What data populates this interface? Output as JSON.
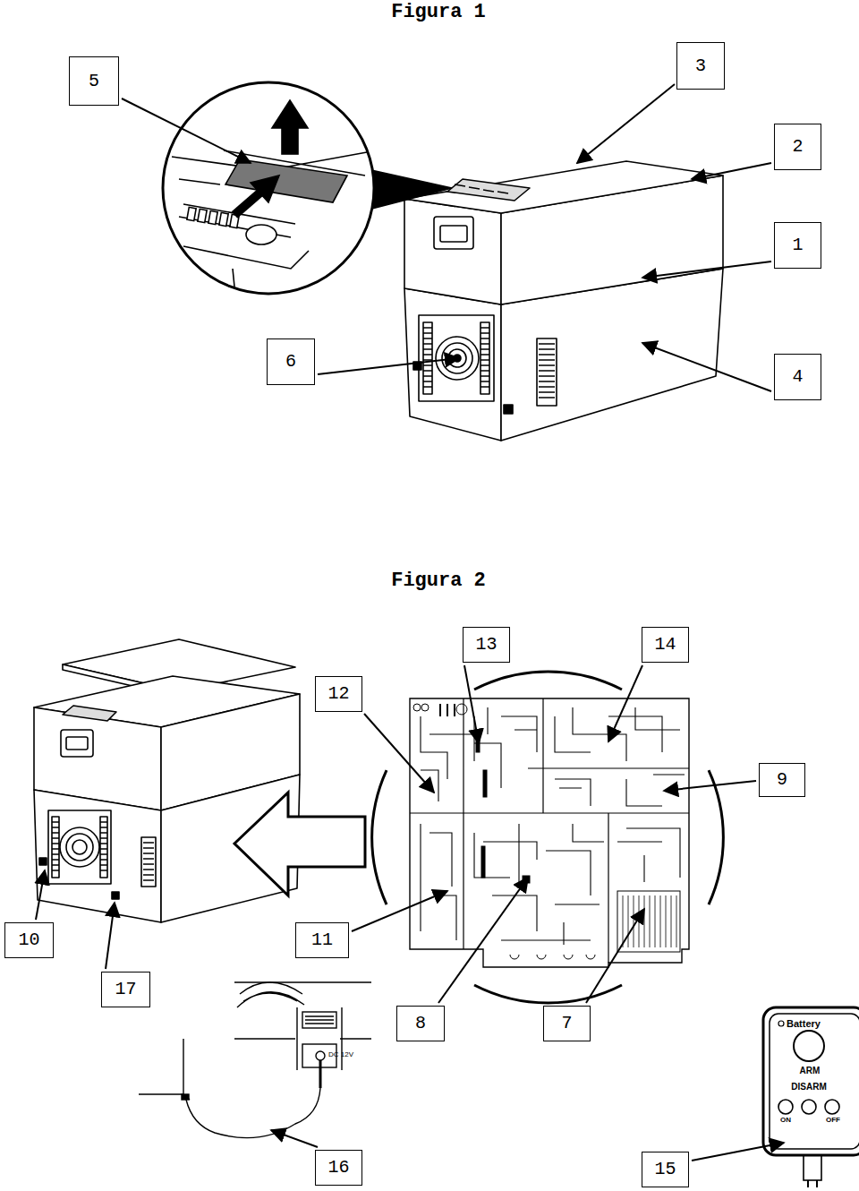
{
  "diagram": {
    "nodes": [
      {
        "text": [
          "5"
        ]
      },
      {
        "text": [
          "3"
        ]
      },
      {
        "text": [
          "2"
        ]
      },
      {
        "text": [
          "1"
        ]
      },
      {
        "text": [
          "6"
        ]
      },
      {
        "text": [
          "4"
        ]
      },
      {
        "text": [
          "13"
        ]
      },
      {
        "text": [
          "14"
        ]
      },
      {
        "text": [
          "12"
        ]
      },
      {
        "text": [
          "9"
        ]
      },
      {
        "text": [
          "10"
        ]
      },
      {
        "text": [
          "11"
        ]
      },
      {
        "text": [
          "17"
        ]
      },
      {
        "text": [
          "8"
        ]
      },
      {
        "text": [
          "7"
        ]
      },
      {
        "text": [
          "16"
        ]
      },
      {
        "text": [
          "15"
        ]
      }
    ],
    "labels": [
      "Figura 1",
      "Figura 2",
      "DC 12V",
      "Battery",
      "ARM",
      "DISARM",
      "ON",
      "OFF"
    ]
  }
}
